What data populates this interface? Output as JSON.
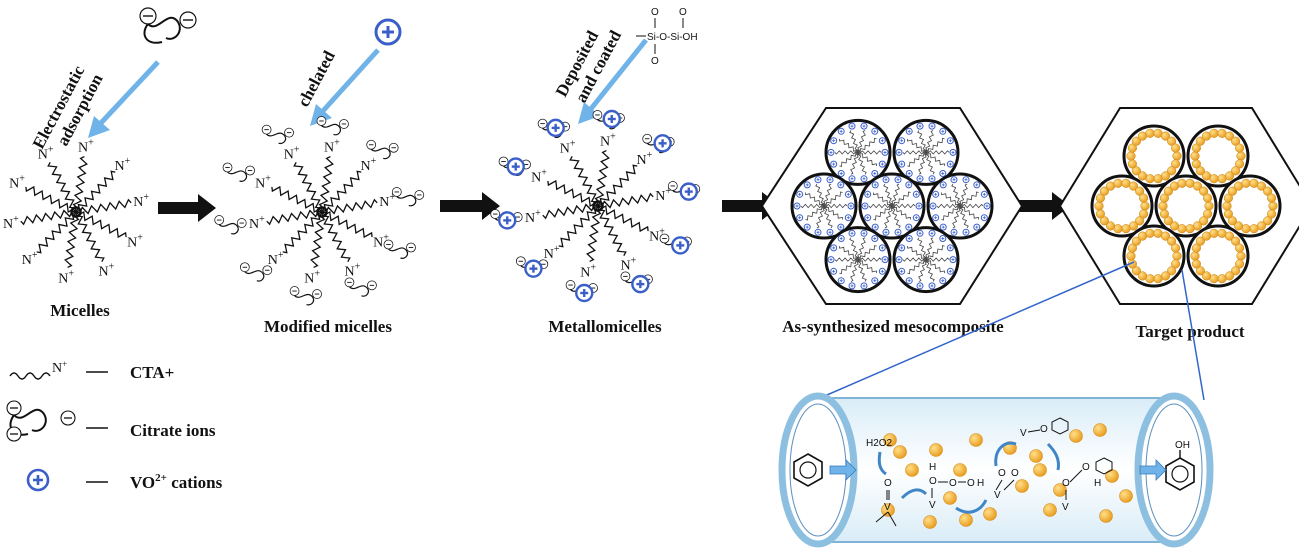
{
  "stages": {
    "micelles": "Micelles",
    "modified": "Modified micelles",
    "metallo": "Metallomicelles",
    "asynth": "As-synthesized mesocomposite",
    "target": "Target product"
  },
  "steps": {
    "electrostatic_1": "Electrostatic",
    "electrostatic_2": "adsorption",
    "chelated": "chelated",
    "deposited_1": "Deposited",
    "deposited_2": "and coated"
  },
  "silicate": {
    "o_top_1": "O",
    "o_top_2": "O",
    "chain": "Si-O-Si-OH",
    "o_bot": "O"
  },
  "legend": {
    "cta": "CTA+",
    "citrate": "Citrate ions",
    "vo_prefix": "VO",
    "vo_sup": "2+",
    "vo_suffix": " cations"
  },
  "head_group": "N",
  "head_charge": "+",
  "reaction": {
    "h2o2": "H2O2",
    "oh": "OH",
    "h": "H",
    "o": "O",
    "v": "V"
  },
  "colors": {
    "arrow_blue": "#6fb3e8",
    "cation_blue": "#3b5fc9",
    "gold": "#f2b33a",
    "frame": "#222222"
  }
}
